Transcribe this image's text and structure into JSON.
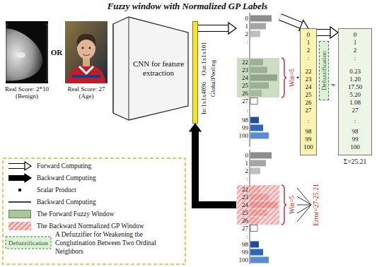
{
  "diagram": {
    "title": "Fuzzy window with Normalized GP Labels",
    "nodes": [
      {
        "text": [
          "Real Score: 2*10 (Benign)"
        ]
      },
      {
        "text": [
          "Real Score: 27 (Age)"
        ]
      },
      {
        "text": [
          "CNN for feature extraction"
        ]
      },
      {
        "text": [
          "In:1x1x4096",
          "Out:1x1x101",
          "GlobalPooling"
        ]
      },
      {
        "text": [
          "0",
          "1",
          "2",
          ":",
          "22",
          "23",
          "24",
          "25",
          "26",
          "27",
          ":",
          "98",
          "99",
          "100"
        ]
      },
      {
        "text": [
          "0",
          "1",
          "2",
          ":",
          "22",
          "23",
          "24",
          "25",
          "26",
          "27",
          ":",
          "98",
          "99",
          "100"
        ]
      },
      {
        "text": [
          "Defuzzification"
        ]
      },
      {
        "text": [
          "0",
          "1",
          "2",
          ":",
          "0.23",
          "1.20",
          "17.50",
          "5.20",
          "1.08",
          "27",
          ":",
          "98",
          "99",
          "100"
        ]
      },
      {
        "text": [
          "0",
          "1",
          "2",
          ":",
          "22",
          "23",
          "24",
          "25",
          "26",
          "27",
          ":",
          "98",
          "99",
          "100"
        ]
      }
    ],
    "edges": [
      {
        "from": 3,
        "to": 4,
        "arrow": "to"
      },
      {
        "from": 4,
        "to": 5,
        "arrow": "to"
      },
      {
        "from": 5,
        "to": 7,
        "arrow": "to"
      },
      {
        "from": 8,
        "to": 3,
        "arrow": "to"
      }
    ],
    "labels": [
      "OR",
      "Win=5",
      "·",
      "=",
      "Σ=25.21",
      "Win=5",
      "Error=27-25.21",
      "Defuzzification"
    ],
    "legend": [
      {
        "text": "Forward Computing"
      },
      {
        "text": "Backward Computing"
      },
      {
        "text": "Scalar Product"
      },
      {
        "text": "Backward Computing"
      },
      {
        "text": "The Forward Fuzzy Window",
        "color": "#a8c69a"
      },
      {
        "text": "The Backward Normalized GP Window"
      },
      {
        "text": "A Defuzzifier for Weakening the Conglutination Between Two Ordinal Neighbors"
      }
    ]
  }
}
